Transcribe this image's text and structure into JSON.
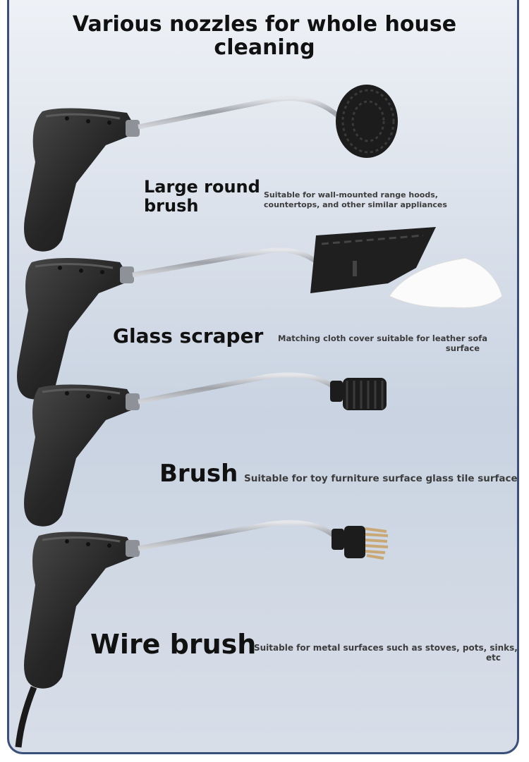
{
  "title_line1": "Various nozzles for whole house",
  "title_line2": "cleaning",
  "nozzles": [
    {
      "name_line1": "Large round",
      "name_line2": "brush",
      "desc_line1": "Suitable for wall-mounted range hoods,",
      "desc_line2": "countertops, and other similar appliances",
      "icon": "round-brush-icon"
    },
    {
      "name_line1": "Glass scraper",
      "desc_line1": "Matching cloth cover suitable for leather sofa",
      "desc_line2": "surface",
      "icon": "glass-scraper-icon"
    },
    {
      "name_line1": "Brush",
      "desc_line1": "Suitable for toy furniture surface glass tile surface",
      "icon": "small-brush-icon"
    },
    {
      "name_line1": "Wire brush",
      "desc_line1": "Suitable for metal surfaces such as stoves, pots, sinks,",
      "desc_line2": "etc",
      "icon": "wire-brush-icon"
    }
  ],
  "colors": {
    "frame": "#3a4f7a",
    "handle": "#2b2b2b",
    "rod": "#b5b8bd",
    "bristle": "#1c1c1c",
    "wire": "#c9a877"
  }
}
